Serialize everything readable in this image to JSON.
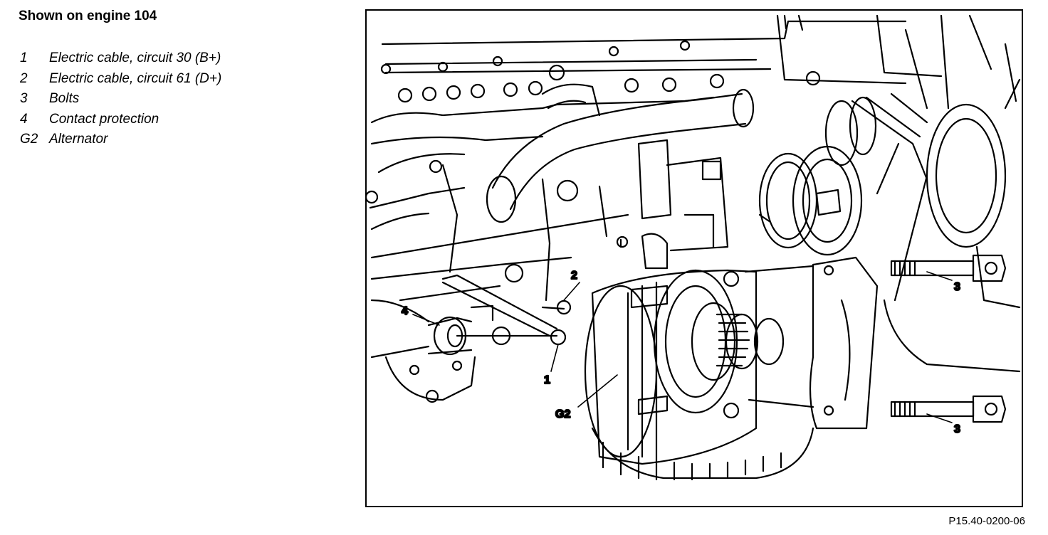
{
  "heading": "Shown on engine 104",
  "legend": [
    {
      "key": "1",
      "text": "Electric cable, circuit 30 (B+)"
    },
    {
      "key": "2",
      "text": "Electric cable, circuit 61 (D+)"
    },
    {
      "key": "3",
      "text": "Bolts"
    },
    {
      "key": "4",
      "text": "Contact protection"
    },
    {
      "key": "G2",
      "text": "Alternator"
    }
  ],
  "callouts": {
    "c1": "1",
    "c2": "2",
    "c3a": "3",
    "c3b": "3",
    "c4": "4",
    "cG2": "G2"
  },
  "figure_id": "P15.40-0200-06"
}
